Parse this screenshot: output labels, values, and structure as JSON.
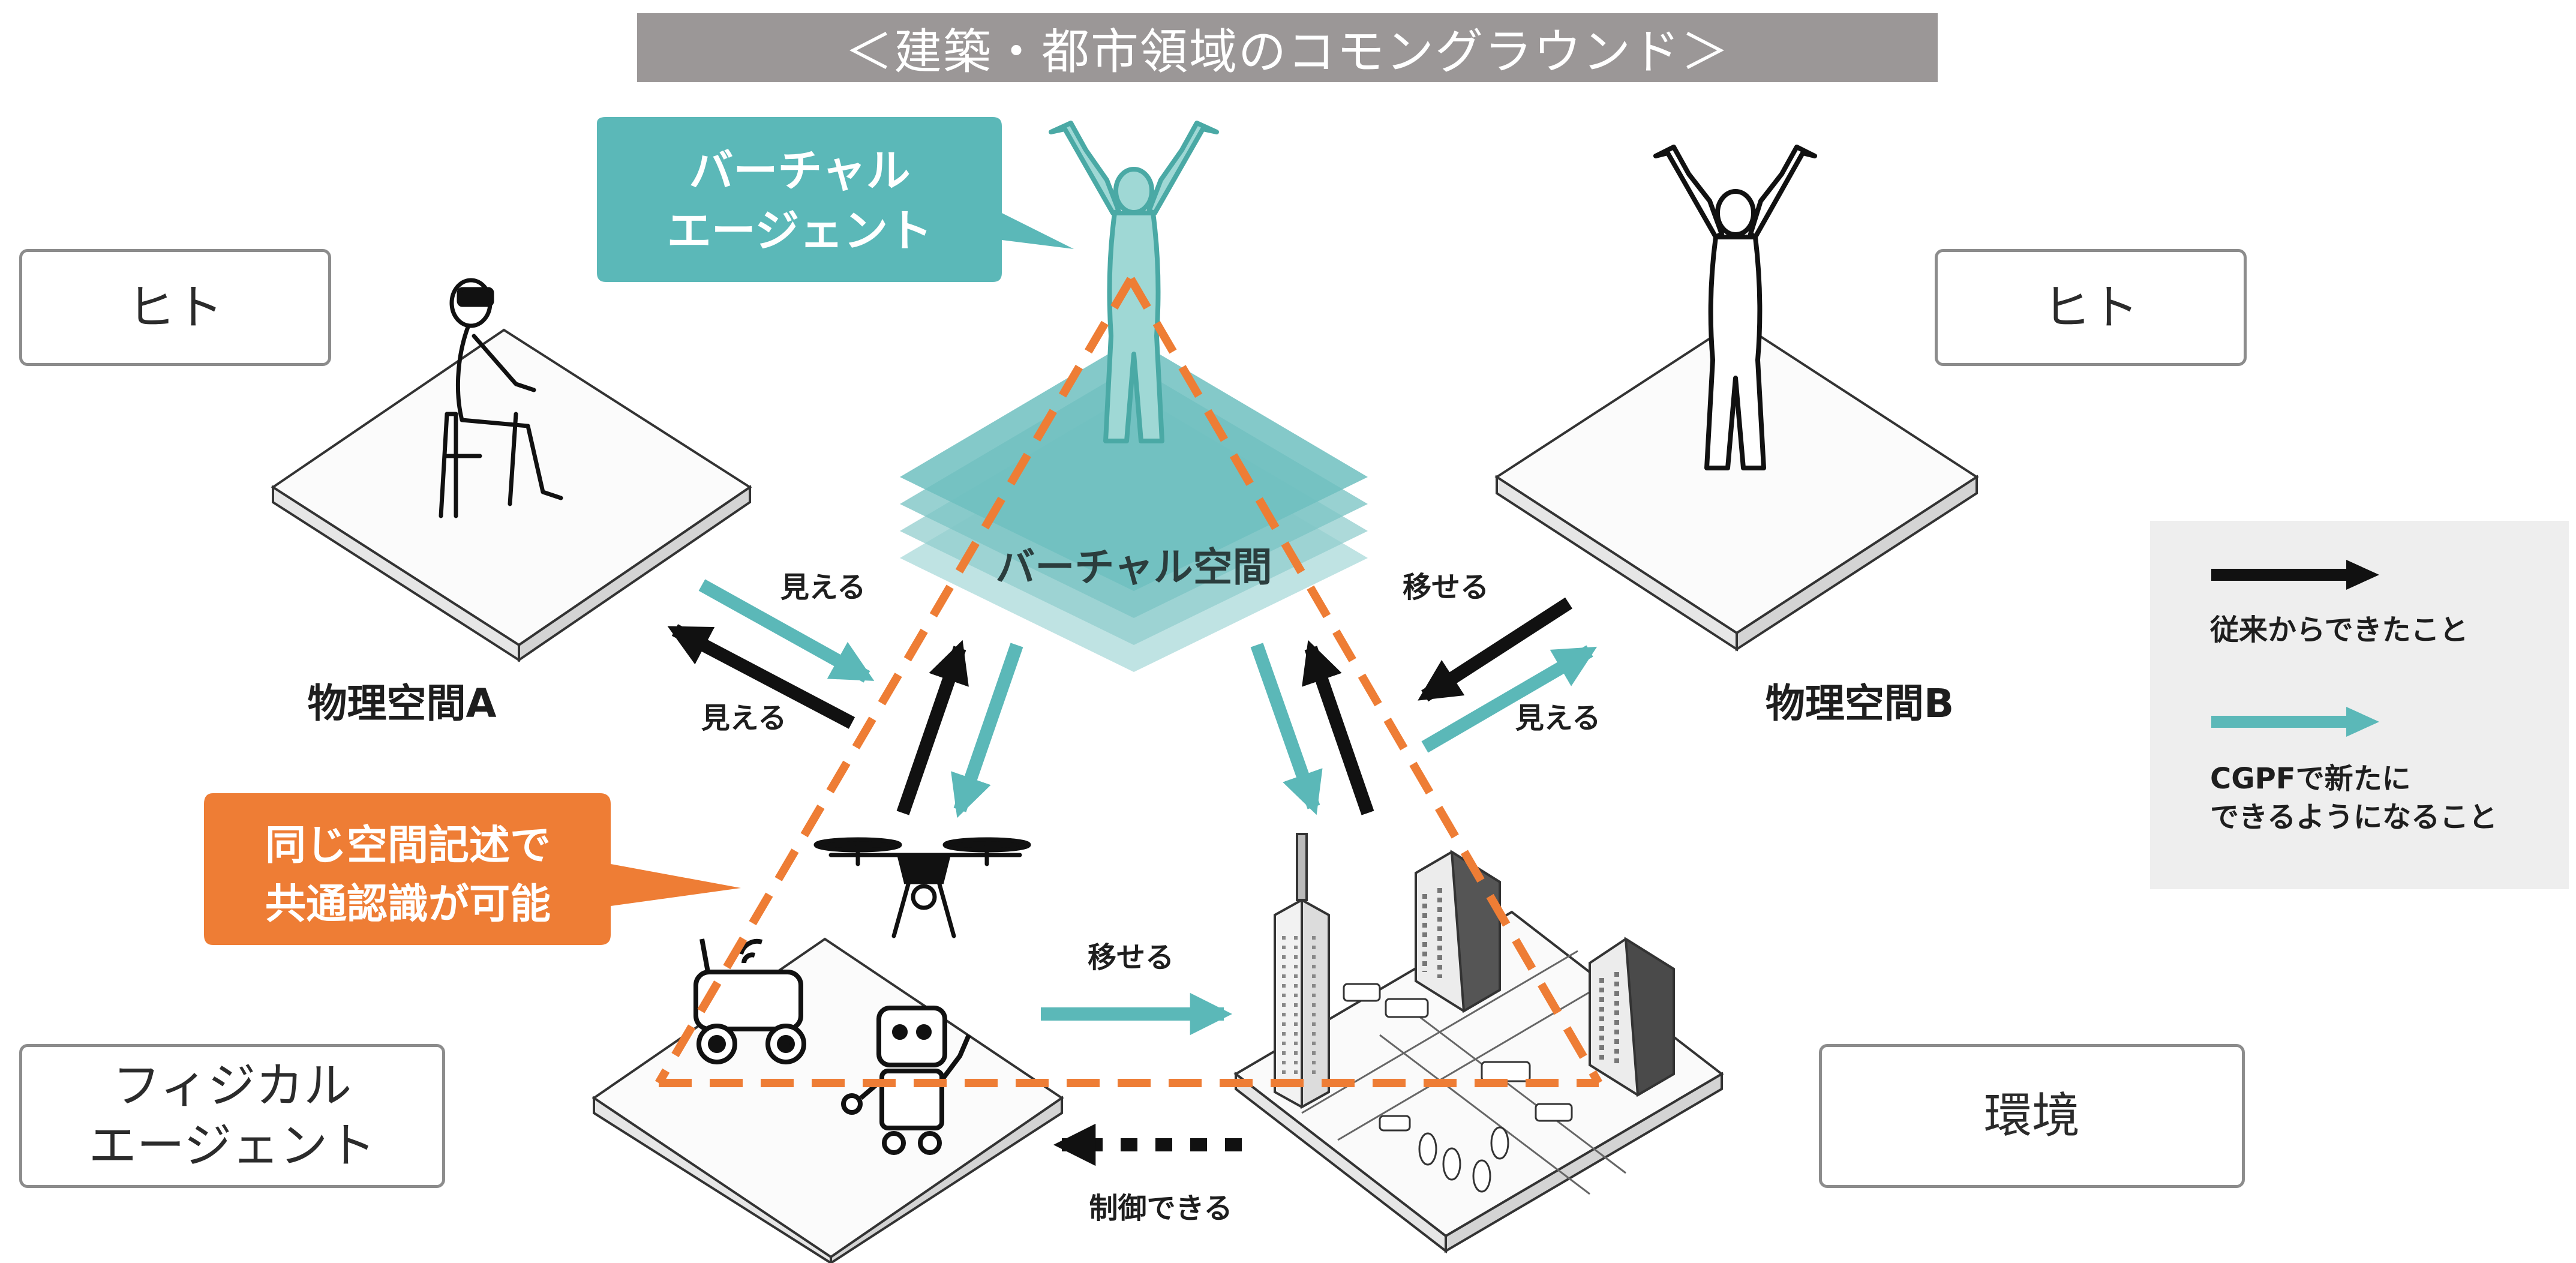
{
  "title": "＜建築・都市領域のコモングラウンド＞",
  "callouts": {
    "virtual_agent": [
      "バーチャル",
      "エージェント"
    ],
    "common_recognition": [
      "同じ空間記述で",
      "共通認識が可能"
    ]
  },
  "boxes": {
    "human_left": "ヒト",
    "human_right": "ヒト",
    "physical_agent": [
      "フィジカル",
      "エージェント"
    ],
    "environment": "環境"
  },
  "labels": {
    "virtual_space": "バーチャル空間",
    "physical_space_a": "物理空間A",
    "physical_space_b": "物理空間B",
    "visible_1": "見える",
    "visible_2": "見える",
    "visible_3": "見える",
    "transferable_1": "移せる",
    "transferable_2": "移せる",
    "controllable": "制御できる"
  },
  "legend": {
    "black": "従来からできたこと",
    "teal": [
      "CGPFで新たに",
      "できるようになること"
    ]
  },
  "colors": {
    "teal": "#5bb8b8",
    "orange": "#ee7d35",
    "black": "#111111",
    "title_bg": "#9b9797"
  }
}
